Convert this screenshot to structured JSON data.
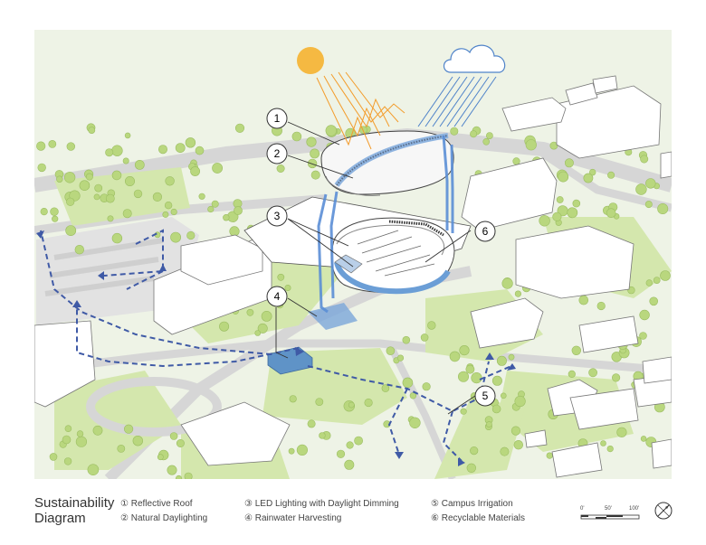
{
  "callouts": [
    "1",
    "2",
    "3",
    "4",
    "5",
    "6"
  ],
  "legend": {
    "title_line1": "Sustainability",
    "title_line2": "Diagram",
    "items": [
      {
        "num": "①",
        "label": "Reflective Roof"
      },
      {
        "num": "②",
        "label": "Natural Daylighting"
      },
      {
        "num": "③",
        "label": "LED Lighting with Daylight Dimming"
      },
      {
        "num": "④",
        "label": "Rainwater Harvesting"
      },
      {
        "num": "⑤",
        "label": "Campus Irrigation"
      },
      {
        "num": "⑥",
        "label": "Recyclable Materials"
      }
    ]
  },
  "scale": {
    "t0": "0'",
    "t1": "50'",
    "t2": "100'"
  },
  "colors": {
    "ground": "#eef3e6",
    "lawn": "#cfe3a6",
    "tree": "#b9d77e",
    "road": "#dcdcdc",
    "water": "#4f7fc9",
    "sun": "#f5b942",
    "sun_ray": "#f39c2b",
    "building": "#ffffff",
    "line": "#555555"
  }
}
